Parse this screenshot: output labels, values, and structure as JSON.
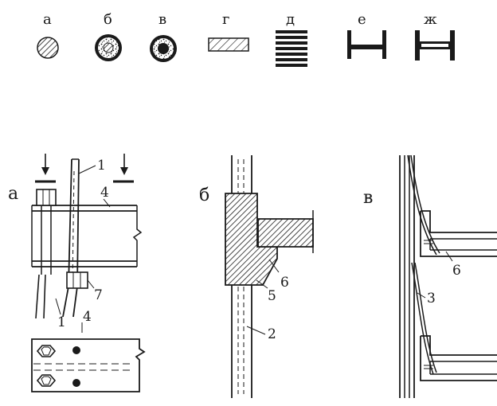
{
  "legend": {
    "letters": [
      "а",
      "б",
      "в",
      "г",
      "д",
      "е",
      "ж"
    ]
  },
  "panels": {
    "a": {
      "label": "а",
      "callouts": [
        "1",
        "4",
        "7",
        "1",
        "4"
      ]
    },
    "b": {
      "label": "б",
      "callouts": [
        "6",
        "5",
        "2"
      ]
    },
    "v": {
      "label": "в",
      "callouts": [
        "6",
        "3"
      ]
    }
  }
}
